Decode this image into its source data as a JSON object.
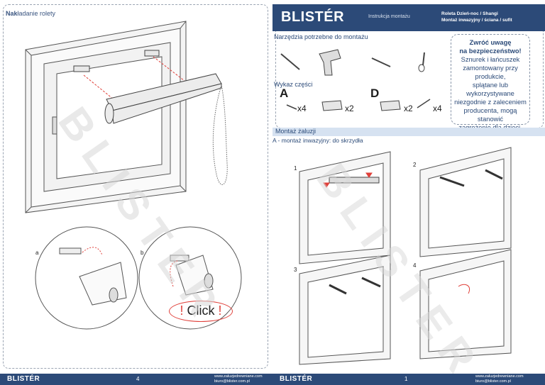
{
  "left": {
    "title_bold": "Nak",
    "title_rest": "ładanie rolety",
    "label_a": "a",
    "label_b": "b",
    "click_mark_left": "!",
    "click_word": "Click",
    "click_mark_right": "!",
    "footer": {
      "logo": "BLISTÉR",
      "page_number": "4",
      "site1": "www.zaluzjedrewniane.com",
      "site2": "biuro@blister.com.pl"
    }
  },
  "right": {
    "header": {
      "logo": "BLISTÉR",
      "instruction": "Instrukcja montażu",
      "product_line1": "Roleta Dzień-noc / Shangi",
      "product_line2": "Montaż inwazyjny / ściana / sufit"
    },
    "tools_heading": "Narzędzia potrzebne do montażu",
    "parts_heading": "Wykaz części",
    "parts": [
      {
        "letter": "A",
        "qty1": "x4",
        "qty2": "x2"
      },
      {
        "letter": "D",
        "qty1": "x2",
        "qty2": "x4"
      }
    ],
    "warning": {
      "title1": "Zwróć uwagę",
      "title2": "na bezpieczeństwo!",
      "line1": "Sznurek i łańcuszek",
      "line2": "zamontowany przy",
      "line3": "produkcie,",
      "line4": "splątane lub",
      "line5": "wykorzystywane",
      "line6": "niezgodnie z zaleceniem",
      "line7": "producenta, mogą",
      "line8": "stanowić",
      "line9": "zagrożenie dla dzieci."
    },
    "section_title": "Montaż żaluzji",
    "subtitle": "A - montaż inwazyjny: do skrzydła",
    "steps": [
      "1",
      "2",
      "3",
      "4"
    ],
    "footer": {
      "logo": "BLISTÉR",
      "page_number": "1",
      "site1": "www.zaluzjedrewniane.com",
      "site2": "biuro@blister.com.pl"
    }
  },
  "watermark": "BLISTER",
  "colors": {
    "navy": "#2c4a78",
    "accent_red": "#e0403a",
    "band": "#d6e2f1"
  }
}
